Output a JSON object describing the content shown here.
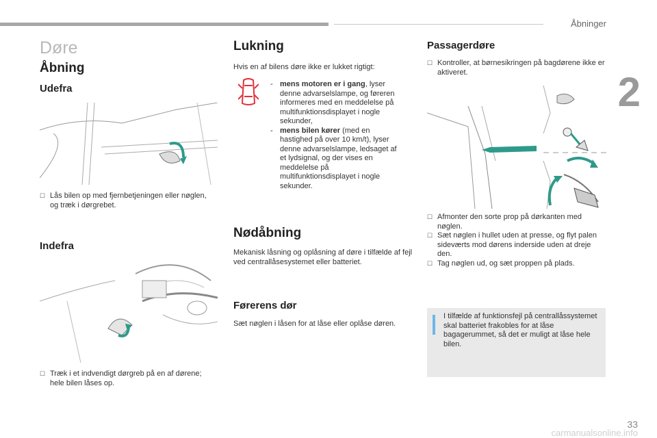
{
  "header": {
    "section_name": "Åbninger",
    "chapter_number": "2",
    "page_number": "33",
    "watermark": "carmanualsonline.info"
  },
  "left_column": {
    "page_title": "Døre",
    "opening_heading": "Åbning",
    "outside_heading": "Udefra",
    "outside_text": "Lås bilen op med fjernbetjeningen eller nøglen, og træk i dørgrebet.",
    "inside_heading": "Indefra",
    "inside_text": "Træk i et indvendigt dørgreb på en af dørene; hele bilen låses op."
  },
  "middle_column": {
    "closing_heading": "Lukning",
    "closing_intro": "Hvis en af bilens døre ikke er lukket rigtigt:",
    "closing_items": [
      {
        "dash": "-",
        "bold": "mens motoren er i gang",
        "text": ", lyser denne advarselslampe, og føreren informeres med en meddelelse på multifunktionsdisplayet i nogle sekunder,"
      },
      {
        "dash": "-",
        "bold": "mens bilen kører",
        "text": " (med en hastighed på over 10 km/t), lyser denne advarselslampe, ledsaget af et lydsignal, og der vises en meddelelse på multifunktionsdisplayet i nogle sekunder."
      }
    ],
    "emergency_heading": "Nødåbning",
    "emergency_text": "Mekanisk låsning og oplåsning af døre i tilfælde af fejl ved centrallåsesystemet eller batteriet.",
    "driver_door_heading": "Førerens dør",
    "driver_door_text": "Sæt nøglen i låsen for at låse eller oplåse døren."
  },
  "right_column": {
    "passenger_heading": "Passagerdøre",
    "passenger_intro": "Kontroller, at børnesikringen på bagdørene ikke er aktiveret.",
    "steps": [
      "Afmonter den sorte prop på dørkanten med nøglen.",
      "Sæt nøglen i hullet uden at presse, og flyt palen sideværts mod dørens inderside uden at dreje den.",
      "Tag nøglen ud, og sæt proppen på plads."
    ],
    "note_text": "I tilfælde af funktionsfejl på centrallåssystemet skal batteriet frakobles for at låse bagagerummet, så det er muligt at låse hele bilen."
  },
  "colors": {
    "accent_teal": "#2e9a8a",
    "warning_red": "#e0323a",
    "info_blue": "#6fb6e8",
    "note_bg": "#e9e9e9"
  },
  "icons": {
    "bullet": "checkbox-bullet-icon",
    "warning": "door-open-warning-icon",
    "info": "info-icon"
  }
}
